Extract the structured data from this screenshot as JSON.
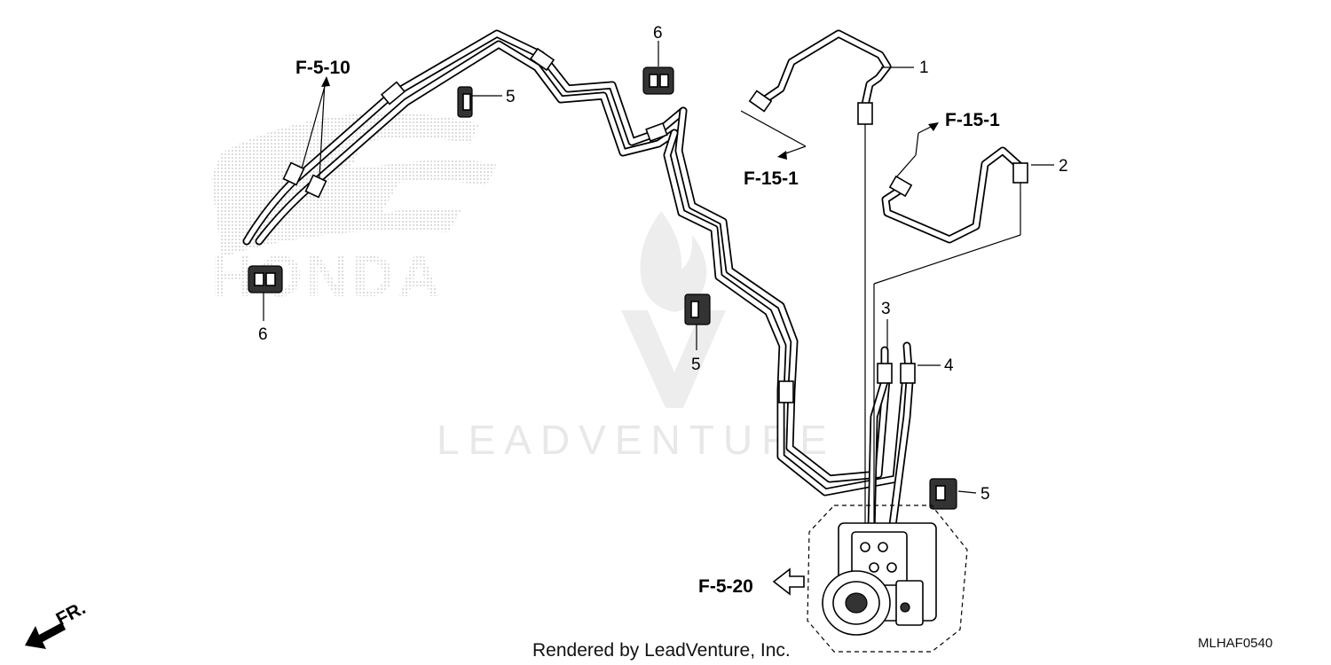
{
  "diagram": {
    "references": {
      "left_top": "F-5-10",
      "center": "F-15-1",
      "right": "F-15-1",
      "bottom": "F-5-20"
    },
    "callouts": {
      "n1": "1",
      "n2": "2",
      "n3": "3",
      "n4": "4",
      "n5_top": "5",
      "n5_mid": "5",
      "n5_right": "5",
      "n6_top": "6",
      "n6_left": "6"
    },
    "direction_label": "FR.",
    "watermarks": {
      "brand": "HONDA",
      "vendor": "LEADVENTURE"
    },
    "footer": "Rendered by LeadVenture, Inc.",
    "diagram_code": "MLHAF0540"
  }
}
